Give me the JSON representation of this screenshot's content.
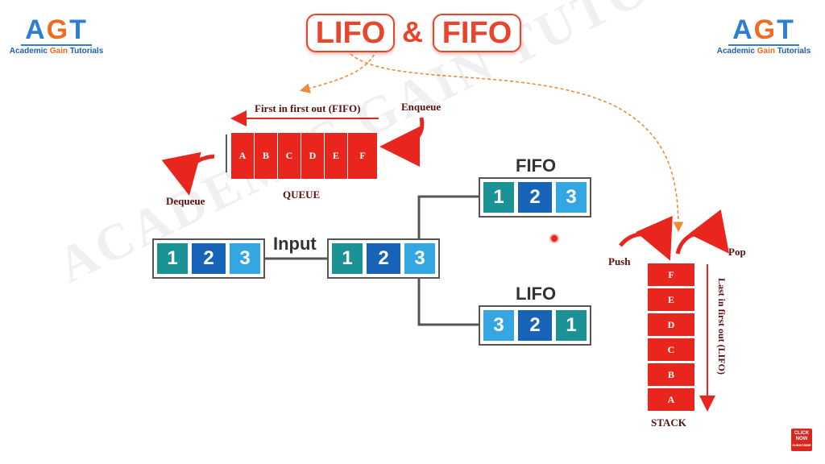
{
  "logo": {
    "mark_a": "A",
    "mark_g": "G",
    "mark_t": "T",
    "sub_a": "Academic ",
    "sub_g": "Gain",
    "sub_t": " Tutorials"
  },
  "title": {
    "left": "LIFO",
    "amp": "&",
    "right": "FIFO"
  },
  "watermark": "ACADEMIC GAIN TUTORIALS",
  "queue": {
    "caption": "First in first out (FIFO)",
    "cells": [
      "A",
      "B",
      "C",
      "D",
      "E",
      "F"
    ],
    "label": "QUEUE",
    "enqueue": "Enqueue",
    "dequeue": "Dequeue"
  },
  "flow": {
    "input_label": "Input",
    "input_cells": [
      "1",
      "2",
      "3"
    ],
    "middle_cells": [
      "1",
      "2",
      "3"
    ],
    "fifo_label": "FIFO",
    "fifo_cells": [
      "1",
      "2",
      "3"
    ],
    "lifo_label": "LIFO",
    "lifo_cells": [
      "3",
      "2",
      "1"
    ]
  },
  "stack": {
    "cells": [
      "F",
      "E",
      "D",
      "C",
      "B",
      "A"
    ],
    "label": "STACK",
    "push": "Push",
    "pop": "Pop",
    "side_caption": "Last in first out (LIFO)"
  },
  "badge": {
    "line1": "CLICK",
    "line2": "NOW",
    "line3": "SUBSCRIBE"
  },
  "colors": {
    "red": "#e8261e",
    "teal": "#1a9296",
    "blue": "#1663b8",
    "light_blue": "#34a6e2",
    "orange": "#f0893a"
  }
}
